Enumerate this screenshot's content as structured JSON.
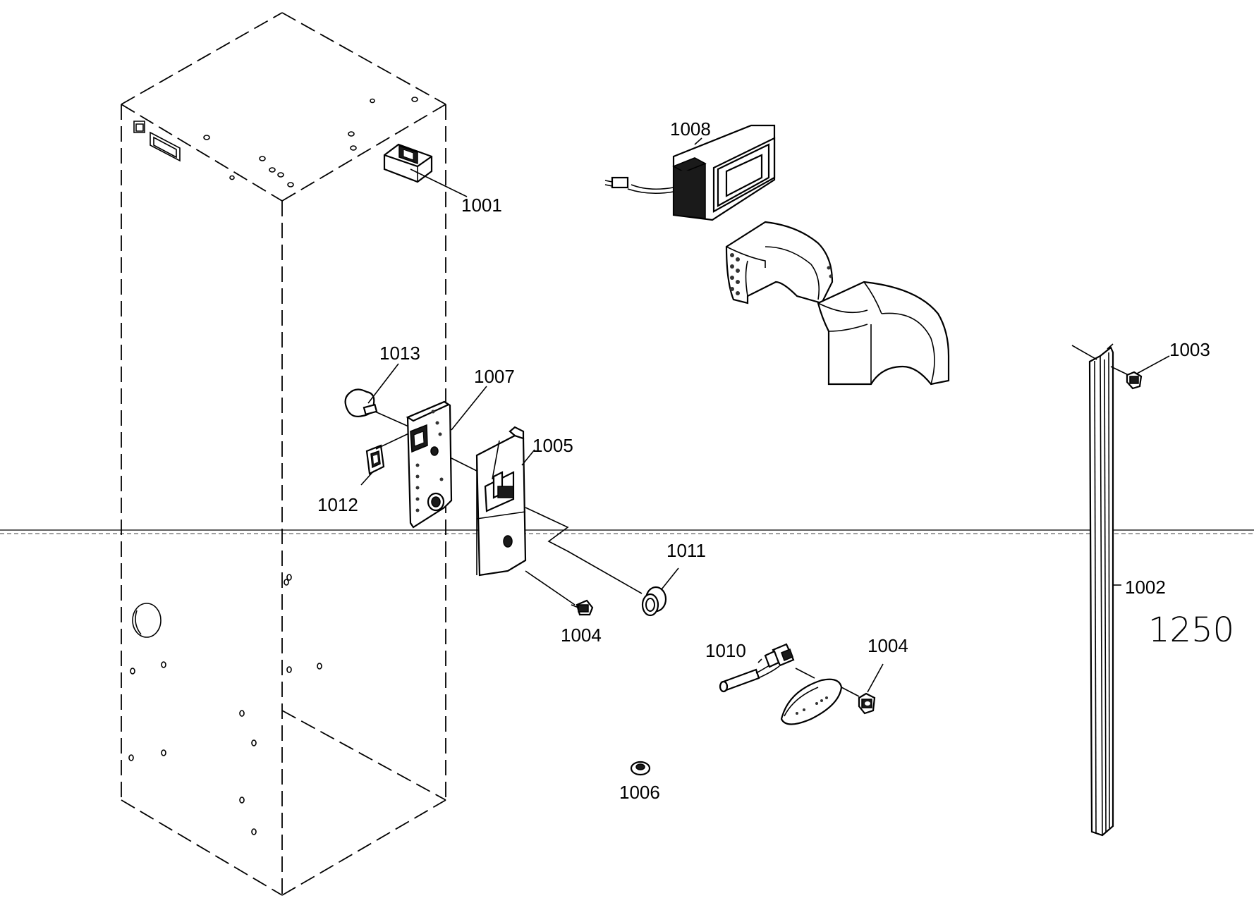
{
  "diagram": {
    "part_labels": {
      "p1001": "1001",
      "p1002": "1002",
      "p1003": "1003",
      "p1004a": "1004",
      "p1004b": "1004",
      "p1005": "1005",
      "p1006": "1006",
      "p1007": "1007",
      "p1008": "1008",
      "p1010": "1010",
      "p1011": "1011",
      "p1012": "1012",
      "p1013": "1013"
    },
    "handwritten_note": "1250"
  }
}
